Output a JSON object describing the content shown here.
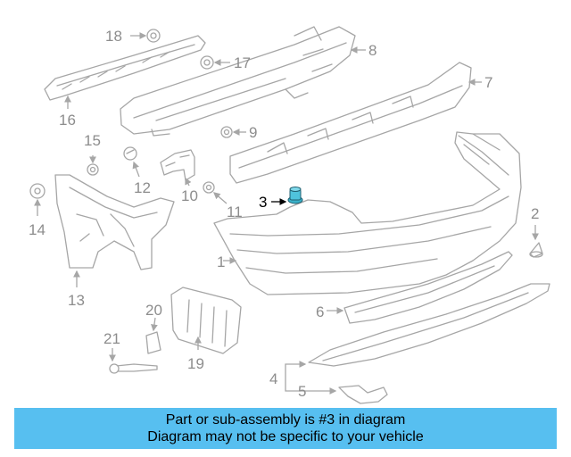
{
  "callouts": {
    "c1": "1",
    "c2": "2",
    "c3": "3",
    "c4": "4",
    "c5": "5",
    "c6": "6",
    "c7": "7",
    "c8": "8",
    "c9": "9",
    "c10": "10",
    "c11": "11",
    "c12": "12",
    "c13": "13",
    "c14": "14",
    "c15": "15",
    "c16": "16",
    "c17": "17",
    "c18": "18",
    "c19": "19",
    "c20": "20",
    "c21": "21"
  },
  "highlight": {
    "color": "#3ab0c8",
    "part": "3"
  },
  "banner": {
    "line1": "Part or sub-assembly is #3 in diagram",
    "line2": "Diagram may not be specific to your vehicle",
    "background": "#57bff0"
  }
}
